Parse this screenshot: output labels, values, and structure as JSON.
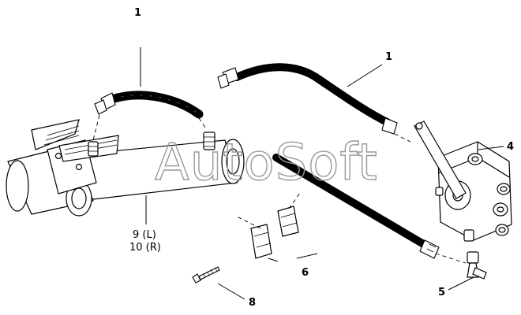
{
  "diagram": {
    "watermark": "AutoSoft",
    "callouts": [
      {
        "id": "1a",
        "text": "1"
      },
      {
        "id": "1b",
        "text": "1"
      },
      {
        "id": "4",
        "text": "4"
      },
      {
        "id": "5",
        "text": "5"
      },
      {
        "id": "6",
        "text": "6"
      },
      {
        "id": "8",
        "text": "8"
      },
      {
        "id": "9",
        "text": "9 (L)"
      },
      {
        "id": "10",
        "text": "10 (R)"
      }
    ]
  }
}
